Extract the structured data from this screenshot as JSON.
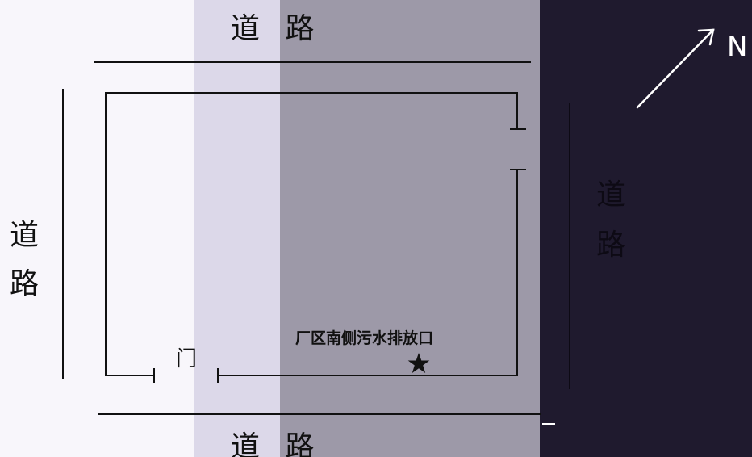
{
  "labels": {
    "road_top": "道 路",
    "road_bottom": "道 路",
    "road_left_1": "道",
    "road_left_2": "路",
    "road_right_1": "道",
    "road_right_2": "路",
    "gate": "门",
    "outfall": "厂区南侧污水排放口",
    "north": "N"
  },
  "icons": {
    "outfall_marker": "star-icon",
    "north_arrow": "arrow-north-east-icon"
  },
  "colors": {
    "band_1": "#f8f6fb",
    "band_2": "#dcd8e9",
    "band_3": "#9d99a8",
    "band_4": "#1f1a2e",
    "ink_dark": "#111111",
    "ink_light": "#ffffff",
    "ink_on_dark": "#0d0a14"
  }
}
